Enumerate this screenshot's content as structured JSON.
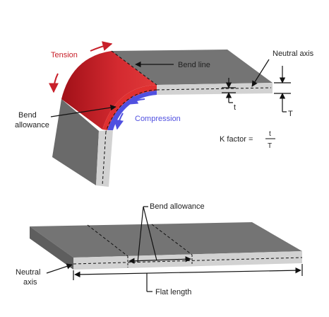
{
  "colors": {
    "tension": "#c8202a",
    "compression": "#5050e0",
    "plate_top": "#747474",
    "plate_side": "#d2d2d2",
    "plate_face": "#6a6a6a",
    "line": "#111111"
  },
  "top_diagram": {
    "tension_label": "Tension",
    "compression_label": "Compression",
    "bend_line_label": "Bend line",
    "neutral_axis_label": "Neutral axis",
    "bend_allowance_line1": "Bend",
    "bend_allowance_line2": "allowance",
    "t_label": "t",
    "T_label": "T",
    "k_factor_label": "K factor =",
    "k_numerator": "t",
    "k_denominator": "T"
  },
  "bottom_diagram": {
    "bend_allowance_label": "Bend allowance",
    "neutral_axis_line1": "Neutral",
    "neutral_axis_line2": "axis",
    "flat_length_label": "Flat length"
  }
}
